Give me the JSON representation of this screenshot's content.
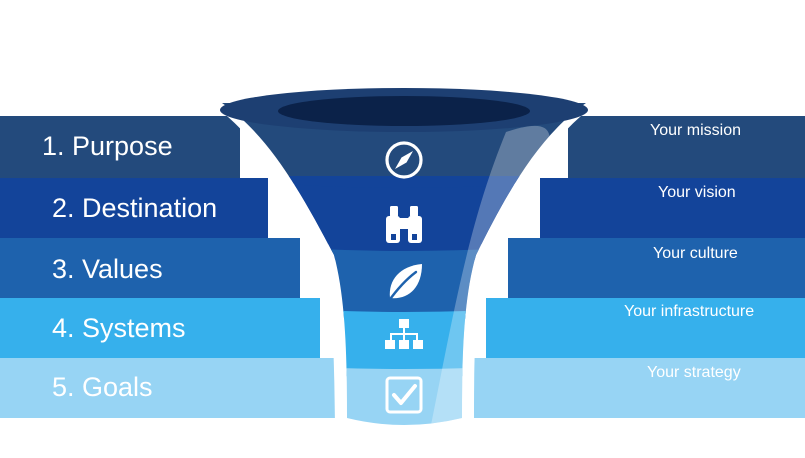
{
  "funnel": {
    "stages": [
      {
        "left_label": "1.  Purpose",
        "right_label": "Your mission",
        "color": "#234a7c",
        "icon": "compass-icon"
      },
      {
        "left_label": "2. Destination",
        "right_label": "Your vision",
        "color": "#13449a",
        "icon": "binoculars-icon"
      },
      {
        "left_label": "3. Values",
        "right_label": "Your culture",
        "color": "#1e62ad",
        "icon": "leaf-icon"
      },
      {
        "left_label": "4. Systems",
        "right_label": "Your infrastructure",
        "color": "#36b0ec",
        "icon": "sitemap-icon"
      },
      {
        "left_label": "5. Goals",
        "right_label": "Your strategy",
        "color": "#97d4f4",
        "icon": "checkbox-icon"
      }
    ],
    "colors": {
      "funnel_rim": "#1d3f72",
      "funnel_mouth": "#0b2249",
      "divider": "#ffffff",
      "icon": "#ffffff"
    }
  }
}
